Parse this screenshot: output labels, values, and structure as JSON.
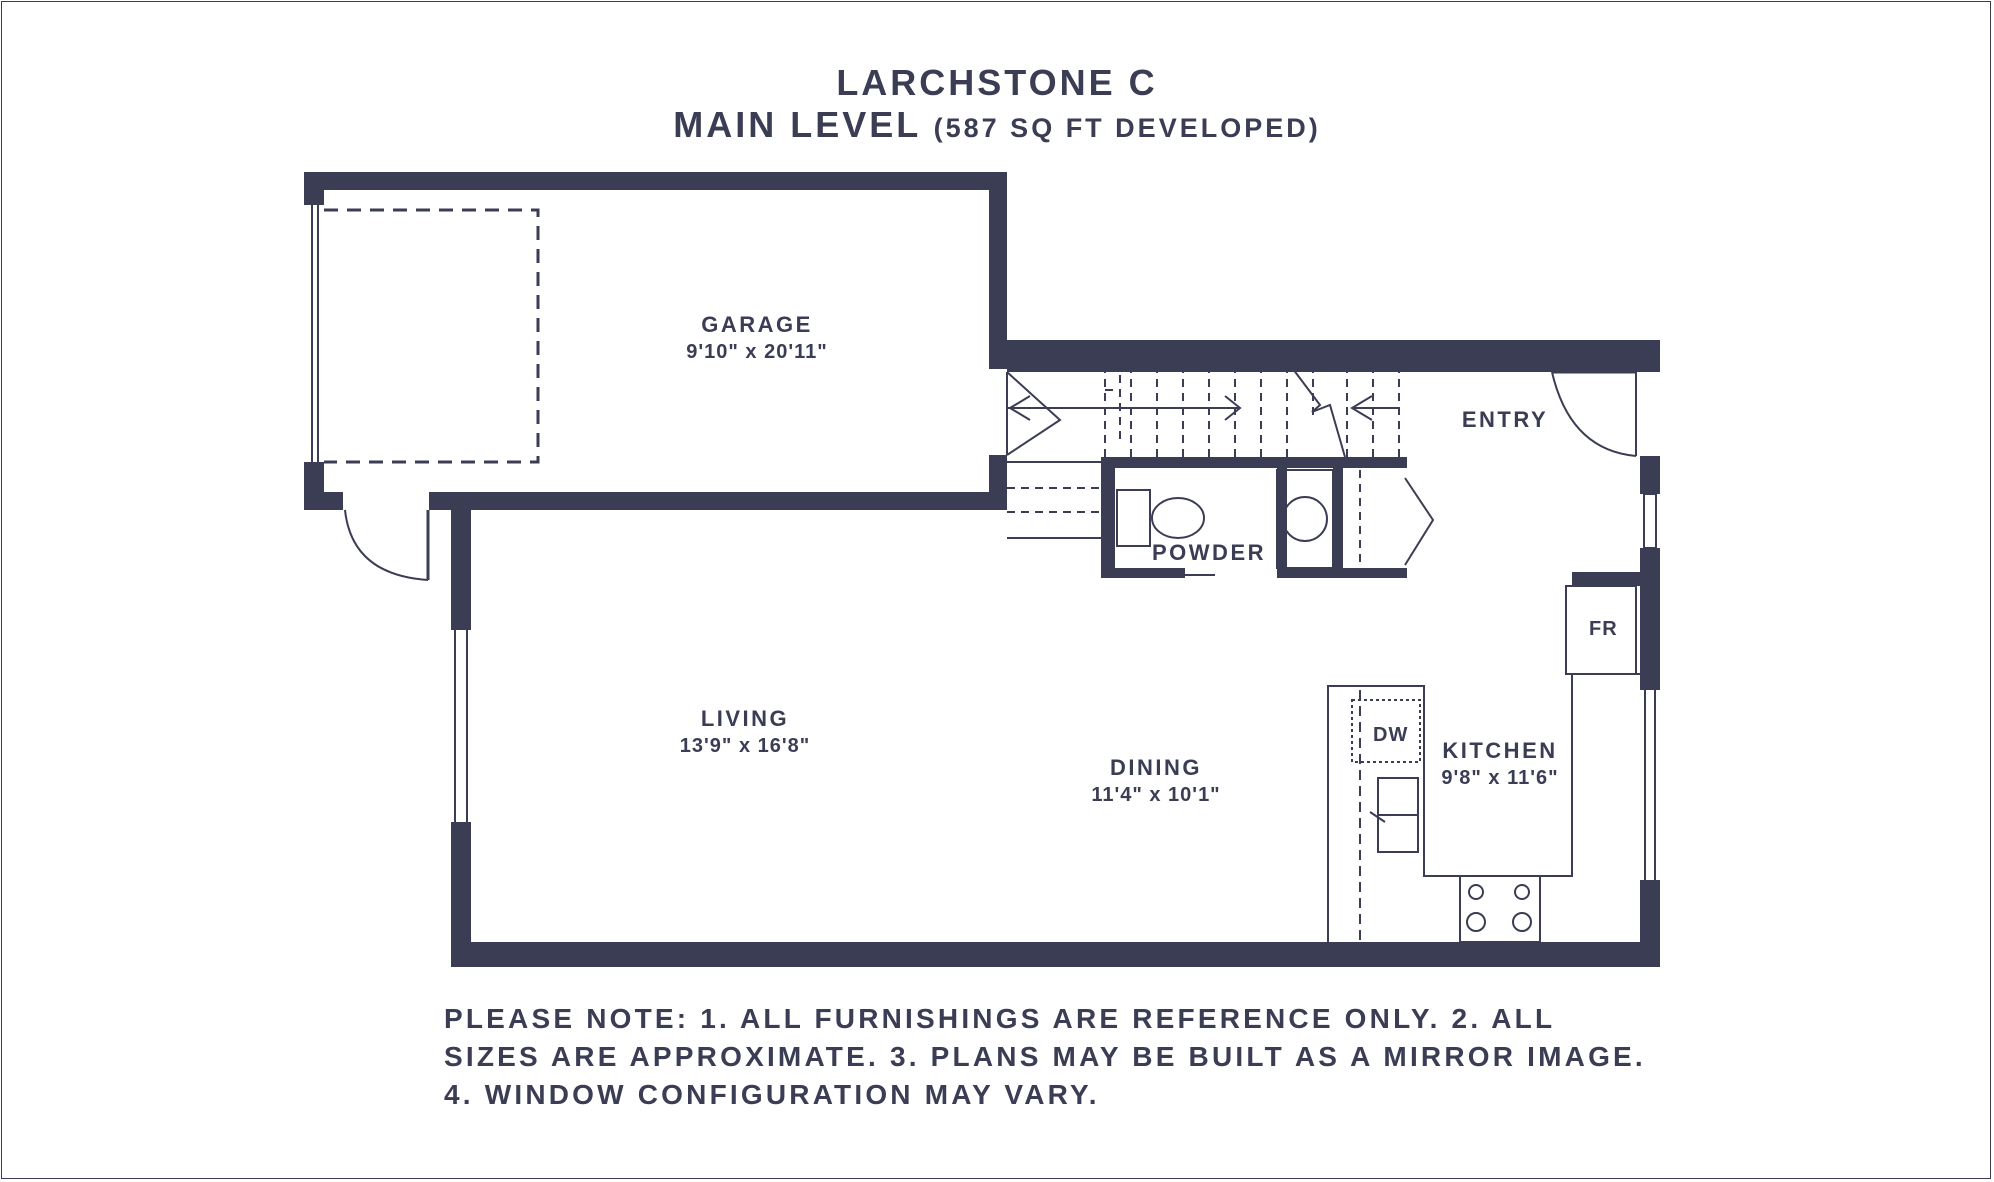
{
  "title": {
    "plan_name": "LARCHSTONE C",
    "level": "MAIN LEVEL",
    "area": "(587 SQ FT DEVELOPED)"
  },
  "rooms": {
    "garage": {
      "name": "GARAGE",
      "size": "9'10\" x 20'11\""
    },
    "entry": {
      "name": "ENTRY"
    },
    "powder": {
      "name": "POWDER"
    },
    "living": {
      "name": "LIVING",
      "size": "13'9\" x 16'8\""
    },
    "dining": {
      "name": "DINING",
      "size": "11'4\" x 10'1\""
    },
    "kitchen": {
      "name": "KITCHEN",
      "size": "9'8\" x 11'6\""
    }
  },
  "fixtures": {
    "fridge": "FR",
    "dishwasher": "DW"
  },
  "note": {
    "line1": "PLEASE NOTE:  1. ALL FURNISHINGS ARE REFERENCE ONLY. 2. ALL",
    "line2": "SIZES ARE APPROXIMATE. 3. PLANS MAY BE BUILT AS A MIRROR IMAGE.",
    "line3": "4. WINDOW CONFIGURATION MAY VARY."
  },
  "colors": {
    "wall": "#3b3d55",
    "background": "#ffffff"
  }
}
